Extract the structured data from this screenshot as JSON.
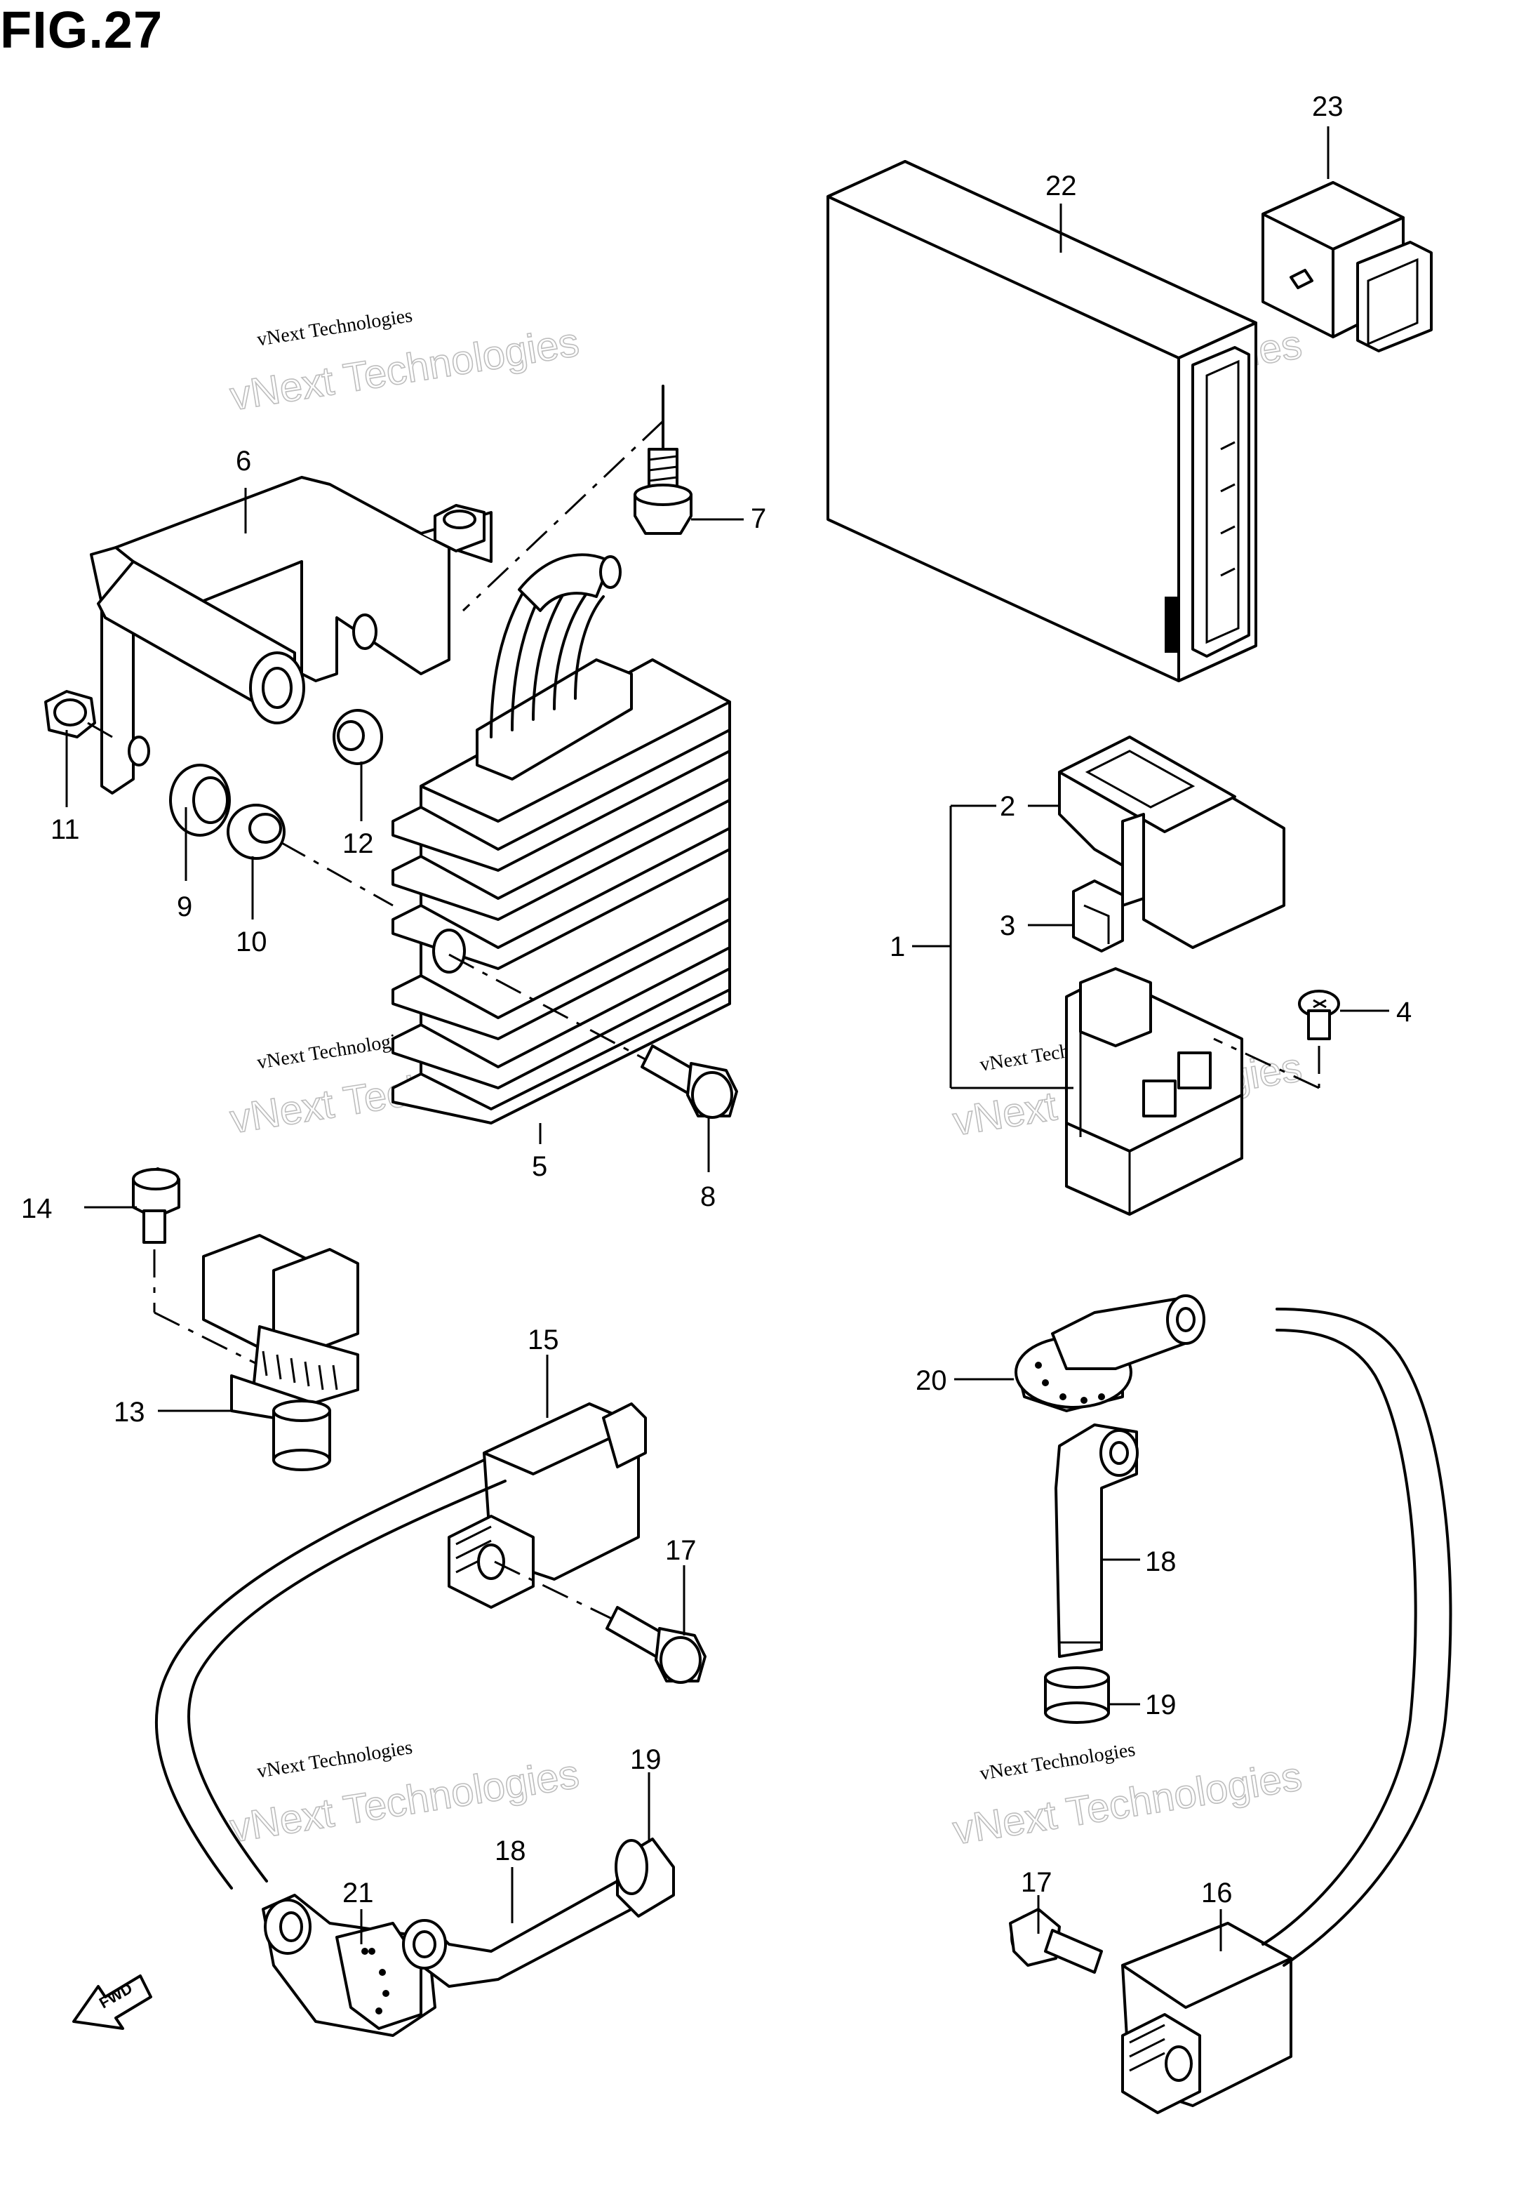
{
  "figure": {
    "title": "FIG.27",
    "fwd_label": "FWD"
  },
  "watermark": {
    "line1": "vNext Technologies",
    "line2": "vNext Technologies"
  },
  "callouts": {
    "c1": "1",
    "c2": "2",
    "c3": "3",
    "c4": "4",
    "c5": "5",
    "c6": "6",
    "c7": "7",
    "c8": "8",
    "c9": "9",
    "c10": "10",
    "c11": "11",
    "c12": "12",
    "c13": "13",
    "c14": "14",
    "c15": "15",
    "c16": "16",
    "c17a": "17",
    "c17b": "17",
    "c18a": "18",
    "c18b": "18",
    "c19a": "19",
    "c19b": "19",
    "c20": "20",
    "c21": "21",
    "c22": "22",
    "c23": "23"
  }
}
